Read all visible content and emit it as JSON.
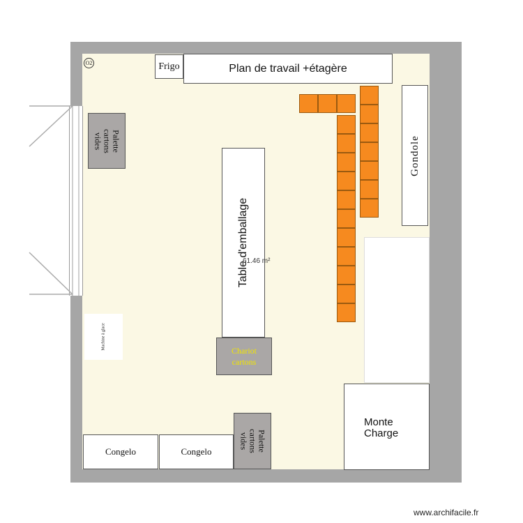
{
  "plan": {
    "area": "61.46 m²",
    "marker": "O2",
    "watermark": "www.archifacile.fr"
  },
  "furniture": {
    "frigo": "Frigo",
    "plan_travail": "Plan de travail +étagère",
    "gondole": "Gondole",
    "palette_left": "Palette cartons vides",
    "palette_bottom": "Palette cartons vides",
    "table": "Table d'emballage",
    "chariot": "Chariot cartons",
    "monte_charge_line1": "Monte",
    "monte_charge_line2": "Charge",
    "congelo_1": "Congelo",
    "congelo_2": "Congelo",
    "small_label": "Machine à glace"
  },
  "colors": {
    "wall": "#a6a6a6",
    "floor": "#fbf8e4",
    "crate": "#f68a1f",
    "pallet": "#aaa7a6",
    "chariot_text": "#f2e600"
  }
}
